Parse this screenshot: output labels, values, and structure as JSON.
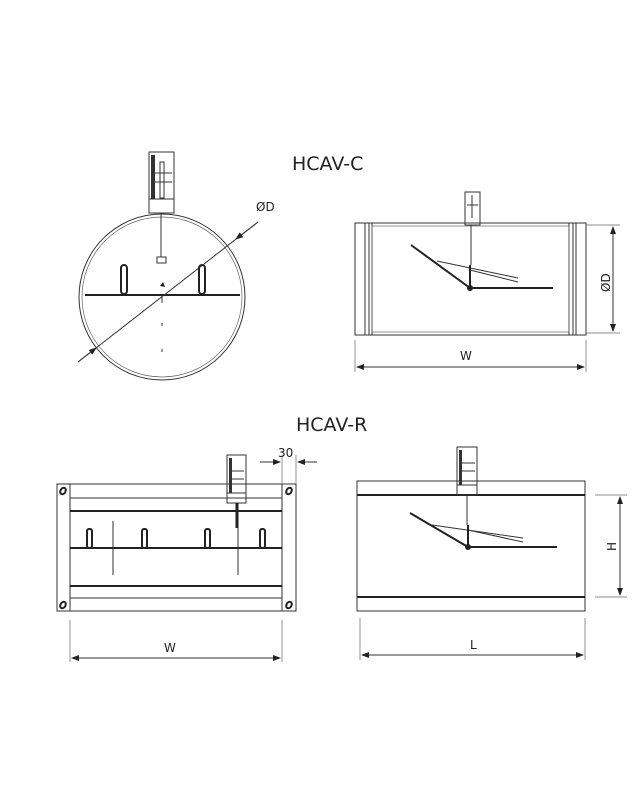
{
  "titles": {
    "circular": "HCAV-C",
    "rectangular": "HCAV-R"
  },
  "labels": {
    "circular_front_diameter": "ØD",
    "circular_side_diameter": "ØD",
    "circular_side_width": "W",
    "rect_front_offset": "30",
    "rect_front_width": "W",
    "rect_side_height": "H",
    "rect_side_length": "L"
  }
}
